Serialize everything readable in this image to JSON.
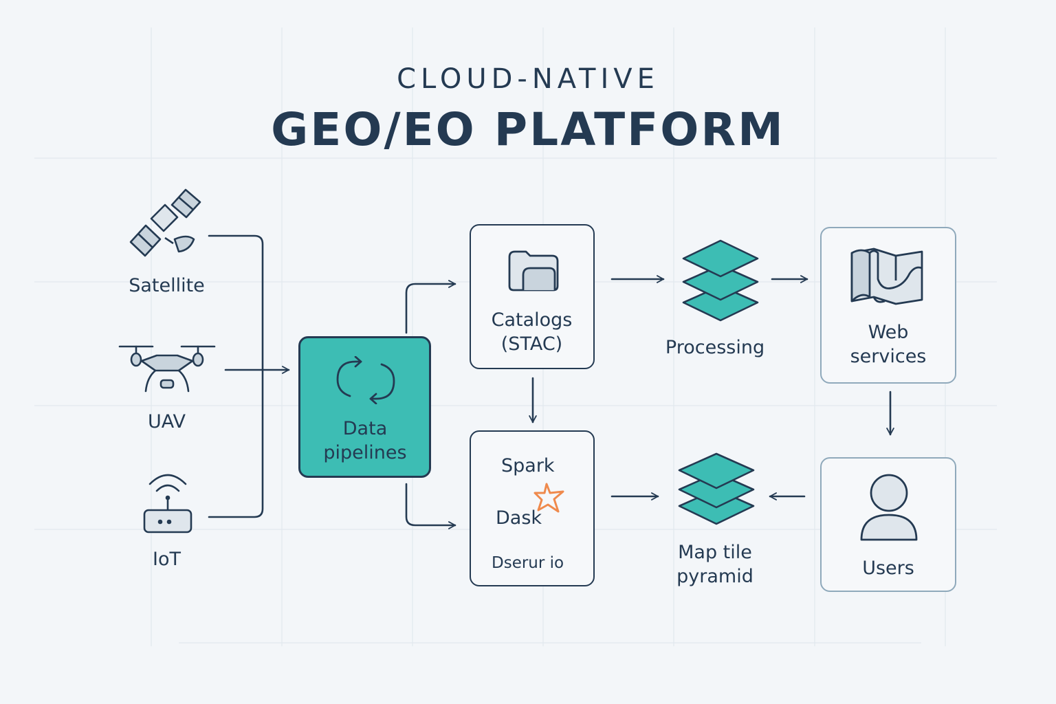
{
  "title": {
    "line1": "CLOUD-NATIVE",
    "line2": "GEO/EO PLATFORM"
  },
  "sources": {
    "satellite": {
      "label": "Satellite",
      "icon": "satellite-icon"
    },
    "uav": {
      "label": "UAV",
      "icon": "drone-icon"
    },
    "iot": {
      "label": "IoT",
      "icon": "iot-router-icon"
    }
  },
  "pipeline": {
    "label": "Data\npipelines",
    "icon": "sync-icon"
  },
  "catalogs": {
    "label": "Catalogs\n(STAC)",
    "icon": "folder-icon"
  },
  "compute": {
    "items": [
      "Spark",
      "Dask",
      "Dserur io"
    ],
    "icon": "spark-star-icon"
  },
  "processing": {
    "label": "Processing",
    "icon": "layers-icon"
  },
  "tiles": {
    "label": "Map tile\npyramid",
    "icon": "layers-icon"
  },
  "web_services": {
    "label": "Web\nservices",
    "icon": "map-icon"
  },
  "users": {
    "label": "Users",
    "icon": "user-icon"
  },
  "colors": {
    "ink": "#243a52",
    "teal": "#3dbdb4",
    "soft_border": "#8fa9bb",
    "accent": "#ef8a4c",
    "background": "#f3f6f9"
  }
}
